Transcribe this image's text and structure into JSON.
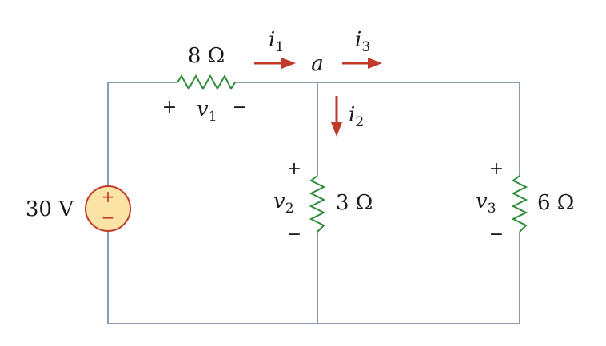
{
  "source": {
    "value_label": "30 V",
    "plus": "+",
    "minus": "−"
  },
  "resistors": {
    "r1": {
      "label": "8 Ω",
      "voltage_symbol": "v",
      "voltage_sub": "1",
      "plus": "+",
      "minus": "−"
    },
    "r2": {
      "label": "3 Ω",
      "voltage_symbol": "v",
      "voltage_sub": "2",
      "plus": "+",
      "minus": "−"
    },
    "r3": {
      "label": "6 Ω",
      "voltage_symbol": "v",
      "voltage_sub": "3",
      "plus": "+",
      "minus": "−"
    }
  },
  "node": {
    "label": "a"
  },
  "currents": {
    "i1": {
      "symbol": "i",
      "sub": "1"
    },
    "i2": {
      "symbol": "i",
      "sub": "2"
    },
    "i3": {
      "symbol": "i",
      "sub": "3"
    }
  },
  "colors": {
    "wire": "#8a9bb8",
    "resistor": "#2e8b3a",
    "arrow": "#c0392b",
    "source_fill": "#fbe3a6",
    "source_stroke": "#c0392b"
  }
}
